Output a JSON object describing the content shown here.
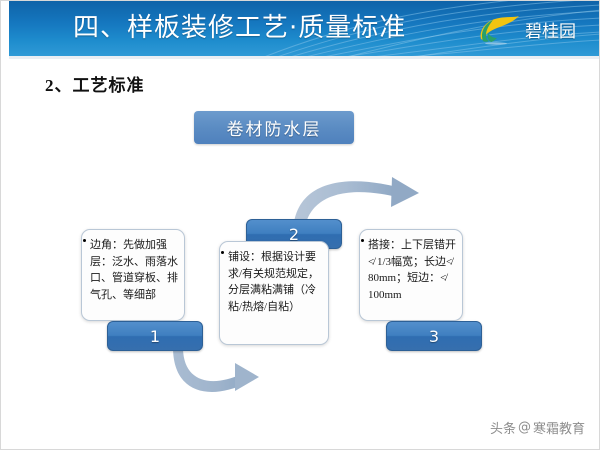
{
  "header": {
    "title": "四、样板装修工艺·质量标准",
    "brand_name": "碧桂园",
    "brand_mark_icon": "country-garden-swoosh-logo",
    "banner_color": "#1577bf",
    "underline_color": "#e9eef3"
  },
  "subtitle": "2、工艺标准",
  "topic_banner": {
    "label": "卷材防水层",
    "color": "#4f81bd"
  },
  "steps": [
    {
      "number": "1",
      "text": "边角：先做加强层：泛水、雨落水口、管道穿板、排气孔、等细部",
      "bullet_icon": "bullet-dot-icon"
    },
    {
      "number": "2",
      "text": "铺设：根据设计要求/有关规范规定，分层满粘满铺（冷粘/热熔/自粘）",
      "bullet_icon": "bullet-dot-icon"
    },
    {
      "number": "3",
      "text": "搭接：上下层错开≮ 1/3幅宽；长边≮ 80mm；短边：≮ 100mm",
      "bullet_icon": "bullet-dot-icon"
    }
  ],
  "arrows": [
    {
      "name": "arrow-step1-to-step2",
      "direction": "curve-down-right"
    },
    {
      "name": "arrow-step2-to-step3",
      "direction": "curve-up-right"
    }
  ],
  "watermark": {
    "source": "头条",
    "at": "@",
    "account": "寒霜教育"
  },
  "colors": {
    "accent_blue": "#1577bf",
    "step_tab_blue": "#3f7fc0",
    "banner_blue": "#4f81bd",
    "arrow_gray_blue": "#9fb4cc"
  }
}
